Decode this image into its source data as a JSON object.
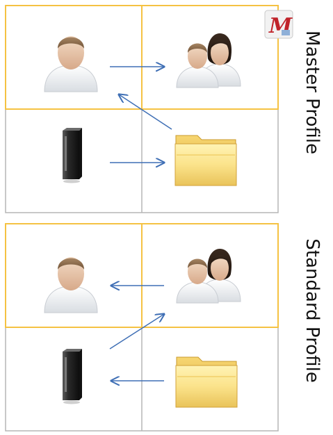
{
  "panels": [
    {
      "label": "Master Profile"
    },
    {
      "label": "Standard Profile"
    }
  ],
  "logo": {
    "letter": "M",
    "icon": "m-logo-icon"
  },
  "icons": {
    "user": "user-icon",
    "group": "user-group-icon",
    "computer": "computer-tower-icon",
    "folder": "folder-icon"
  },
  "colors": {
    "highlight_border": "#f5c242",
    "grid_border": "#b5b5b5",
    "arrow": "#3f6fb5",
    "logo_red": "#c0232a"
  }
}
